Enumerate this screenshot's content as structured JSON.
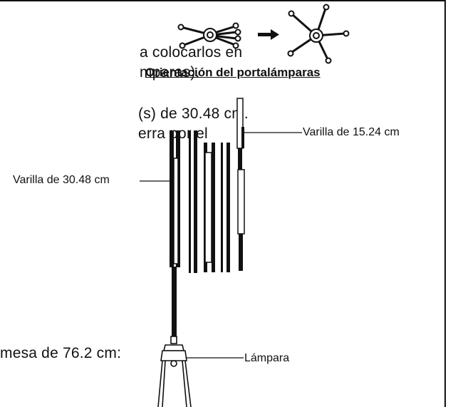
{
  "paragraph": {
    "line1": "a colocarlos en",
    "line2": "mparas).",
    "line3": "(s) de 30.48 cm.",
    "line4": "erra por el",
    "line5": "mesa de 76.2 cm:"
  },
  "orientation": {
    "title": "Orientación del portalámparas",
    "arrow_icon": "right-arrow-icon",
    "before_icon": "socket-parallel-arms-icon",
    "after_icon": "socket-spread-arms-icon"
  },
  "labels": {
    "rod_short": "Varilla de 15.24 cm",
    "rod_long": "Varilla de 30.48 cm",
    "lamp": "Lámpara"
  },
  "colors": {
    "ink": "#111111",
    "background": "#ffffff"
  }
}
